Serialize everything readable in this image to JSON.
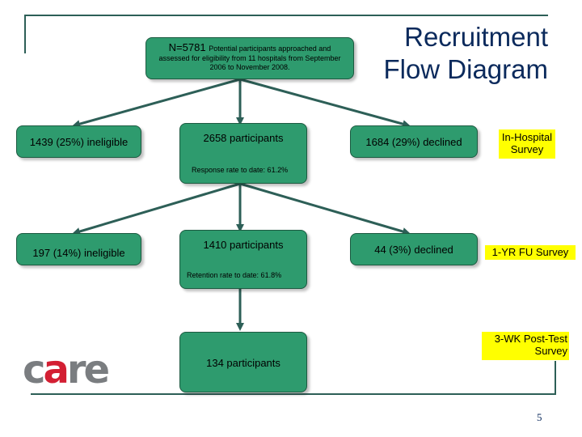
{
  "title": {
    "line1": "Recruitment",
    "line2": "Flow Diagram"
  },
  "top_box": {
    "n": "N=5781",
    "desc1": "Potential participants approached and",
    "desc2": "assessed for eligibility from 11 hospitals from September",
    "desc3": "2006 to November 2008."
  },
  "row1": {
    "ineligible": "1439 (25%) ineligible",
    "participants": "2658 participants",
    "rate": "Response rate to date: 61.2%",
    "declined": "1684 (29%) declined",
    "survey": "In-Hospital Survey"
  },
  "row2": {
    "ineligible": "197 (14%) ineligible",
    "participants": "1410 participants",
    "rate": "Retention rate to date: 61.8%",
    "declined": "44 (3%) declined",
    "survey": "1-YR FU Survey"
  },
  "row3": {
    "participants": "134 participants",
    "survey": "3-WK Post-Test Survey"
  },
  "logo": {
    "text_c": "c",
    "text_re": "re"
  },
  "page_number": "5",
  "colors": {
    "box": "#2e9b6e",
    "label": "#ffff00",
    "line": "#2d5f57",
    "title": "#0b2a5c",
    "logo_heart": "#d31f33"
  }
}
